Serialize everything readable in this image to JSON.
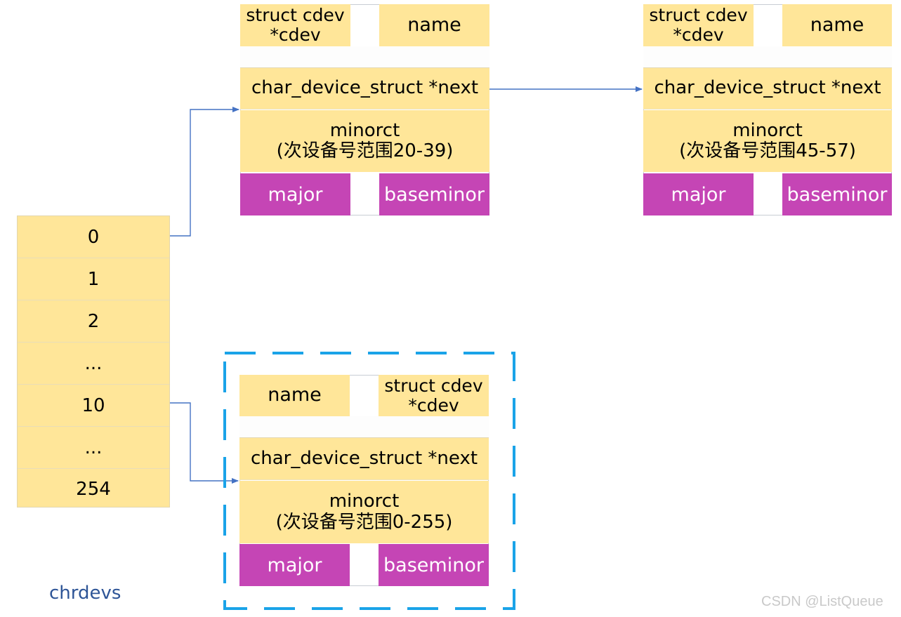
{
  "structs": [
    {
      "cdev": "struct cdev\n*cdev",
      "name": "name",
      "next": "char_device_struct *next",
      "minorct": "minorct\n(次设备号范围20-39)",
      "major": "major",
      "baseminor": "baseminor"
    },
    {
      "cdev": "struct cdev\n*cdev",
      "name": "name",
      "next": "char_device_struct *next",
      "minorct": "minorct\n(次设备号范围45-57)",
      "major": "major",
      "baseminor": "baseminor"
    },
    {
      "cdev": "struct cdev\n*cdev",
      "name": "name",
      "next": "char_device_struct *next",
      "minorct": "minorct\n(次设备号范围0-255)",
      "major": "major",
      "baseminor": "baseminor"
    }
  ],
  "chrdevs": {
    "label": "chrdevs",
    "entries": [
      "0",
      "1",
      "2",
      "...",
      "10",
      "...",
      "254"
    ]
  },
  "colors": {
    "field": "#ffe699",
    "key_field": "#c545b5",
    "arrow": "#4472c4",
    "dashed_box": "#1aa3e8",
    "label": "#2e5597"
  },
  "watermark": "CSDN @ListQueue"
}
